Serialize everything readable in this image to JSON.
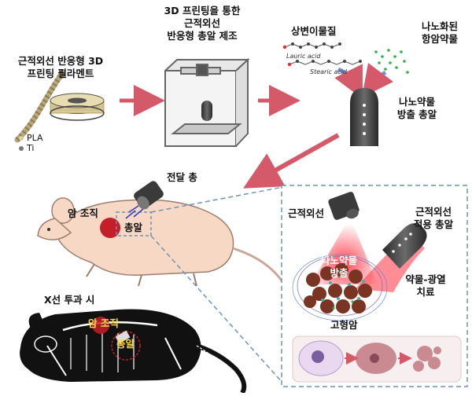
{
  "filament": {
    "title_line1": "근적외선 반응형 3D",
    "title_line2": "프린팅 필라멘트",
    "legend_pla": "PLA",
    "legend_ti": "Ti"
  },
  "printer": {
    "title_line1": "3D 프린팅을 통한",
    "title_line2": "근적외선",
    "title_line3": "반응형 총알 제조"
  },
  "pcm": {
    "title": "상변이물질",
    "lauric": "Lauric acid",
    "stearic": "Stearic acid"
  },
  "drug": {
    "title_line1": "나노화된",
    "title_line2": "항암약물"
  },
  "bullet": {
    "title_line1": "나노약물",
    "title_line2": "방출 총알"
  },
  "gun": {
    "title": "전달 총"
  },
  "mouse": {
    "tissue": "암 조직",
    "bullet": "총알"
  },
  "xray": {
    "title": "X선 투과 시",
    "tissue": "암 조직",
    "bullet": "총알"
  },
  "detail": {
    "nir": "근적외선",
    "nir_bullet_line1": "근적외선",
    "nir_bullet_line2": "적용 총알",
    "release_line1": "나노약물",
    "release_line2": "방출",
    "therapy_line1": "약물-광열",
    "therapy_line2": "치료",
    "tumor": "고형암"
  },
  "colors": {
    "arrow": "#d45a6a",
    "tumor": "#c41e2a",
    "skin": "#f6d8c4",
    "dash": "#6f93b8",
    "laser": "#e8202c",
    "gun": "#3a3a3a"
  }
}
